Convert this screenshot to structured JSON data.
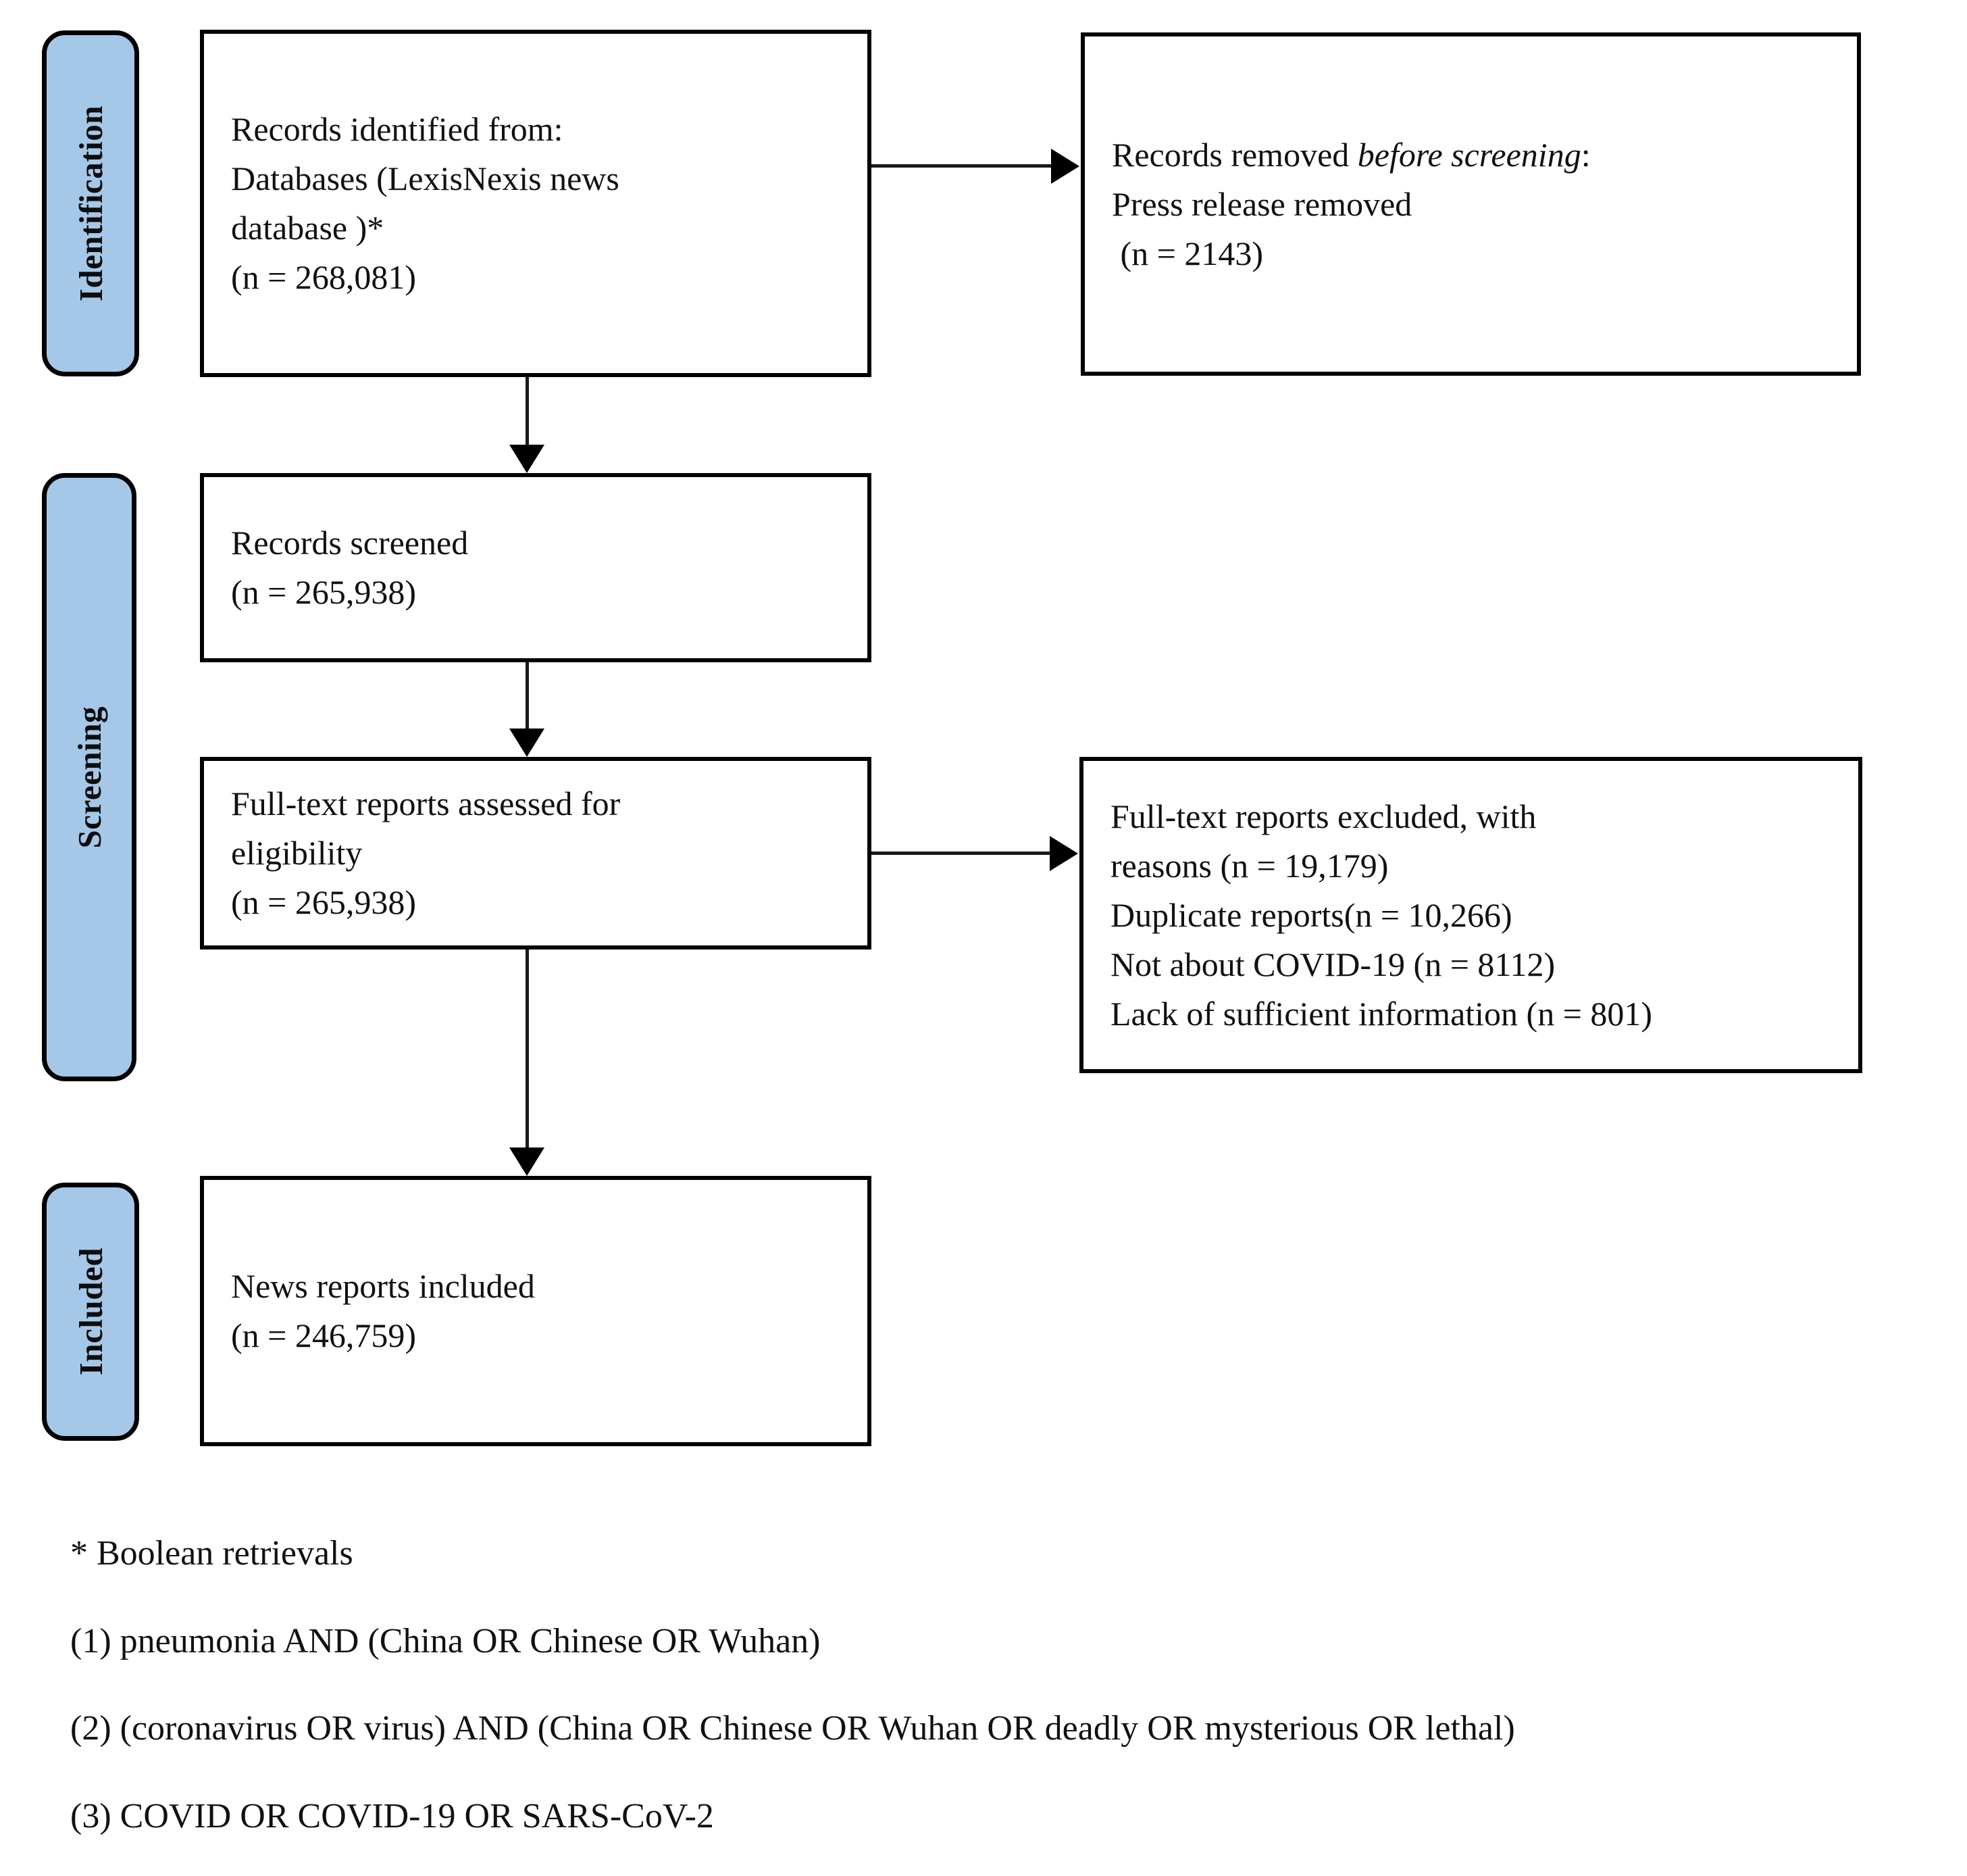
{
  "diagram": {
    "type": "prisma-flow-diagram",
    "accent_color": "#a5c8e8",
    "line_color": "#000000",
    "phases": [
      {
        "id": "identification",
        "label": "Identification"
      },
      {
        "id": "screening",
        "label": "Screening"
      },
      {
        "id": "included",
        "label": "Included"
      }
    ],
    "boxes": {
      "identified": {
        "lines": [
          "Records identified from:",
          "Databases (LexisNexis news",
          "database )*",
          "(n = 268,081)"
        ]
      },
      "removed_before_screening": {
        "line_prefix": "Records removed ",
        "line_italic": "before screening",
        "line_suffix": ":",
        "lines": [
          "Press release removed",
          " (n = 2143)"
        ]
      },
      "screened": {
        "lines": [
          "Records screened",
          "(n = 265,938)"
        ]
      },
      "eligibility": {
        "lines": [
          "Full-text reports assessed for",
          "eligibility",
          "(n = 265,938)"
        ]
      },
      "excluded": {
        "lines": [
          "Full-text reports excluded, with",
          "reasons (n = 19,179)",
          "Duplicate reports(n = 10,266)",
          "Not about COVID-19 (n = 8112)",
          "Lack of sufficient information (n = 801)"
        ]
      },
      "included": {
        "lines": [
          "News reports included",
          "(n = 246,759)"
        ]
      }
    },
    "footnotes": [
      "* Boolean retrievals",
      "(1) pneumonia AND (China OR Chinese OR Wuhan)",
      "(2) (coronavirus OR virus) AND (China OR Chinese OR Wuhan OR deadly OR mysterious OR lethal)",
      "(3) COVID OR COVID-19 OR SARS-CoV-2"
    ]
  },
  "chart_data": {
    "type": "flow",
    "title": "PRISMA flow diagram of news report selection",
    "nodes": [
      {
        "id": "identified",
        "phase": "Identification",
        "label": "Records identified from: Databases (LexisNexis news database )*",
        "n": 268081
      },
      {
        "id": "removed_before_screening",
        "phase": "Identification",
        "label": "Records removed before screening: Press release removed",
        "n": 2143
      },
      {
        "id": "screened",
        "phase": "Screening",
        "label": "Records screened",
        "n": 265938
      },
      {
        "id": "eligibility",
        "phase": "Screening",
        "label": "Full-text reports assessed for eligibility",
        "n": 265938
      },
      {
        "id": "excluded",
        "phase": "Screening",
        "label": "Full-text reports excluded, with reasons",
        "n": 19179,
        "breakdown": [
          {
            "reason": "Duplicate reports",
            "n": 10266
          },
          {
            "reason": "Not about COVID-19",
            "n": 8112
          },
          {
            "reason": "Lack of sufficient information",
            "n": 801
          }
        ]
      },
      {
        "id": "included",
        "phase": "Included",
        "label": "News reports included",
        "n": 246759
      }
    ],
    "edges": [
      {
        "from": "identified",
        "to": "removed_before_screening",
        "direction": "right"
      },
      {
        "from": "identified",
        "to": "screened",
        "direction": "down"
      },
      {
        "from": "screened",
        "to": "eligibility",
        "direction": "down"
      },
      {
        "from": "eligibility",
        "to": "excluded",
        "direction": "right"
      },
      {
        "from": "eligibility",
        "to": "included",
        "direction": "down"
      }
    ]
  }
}
